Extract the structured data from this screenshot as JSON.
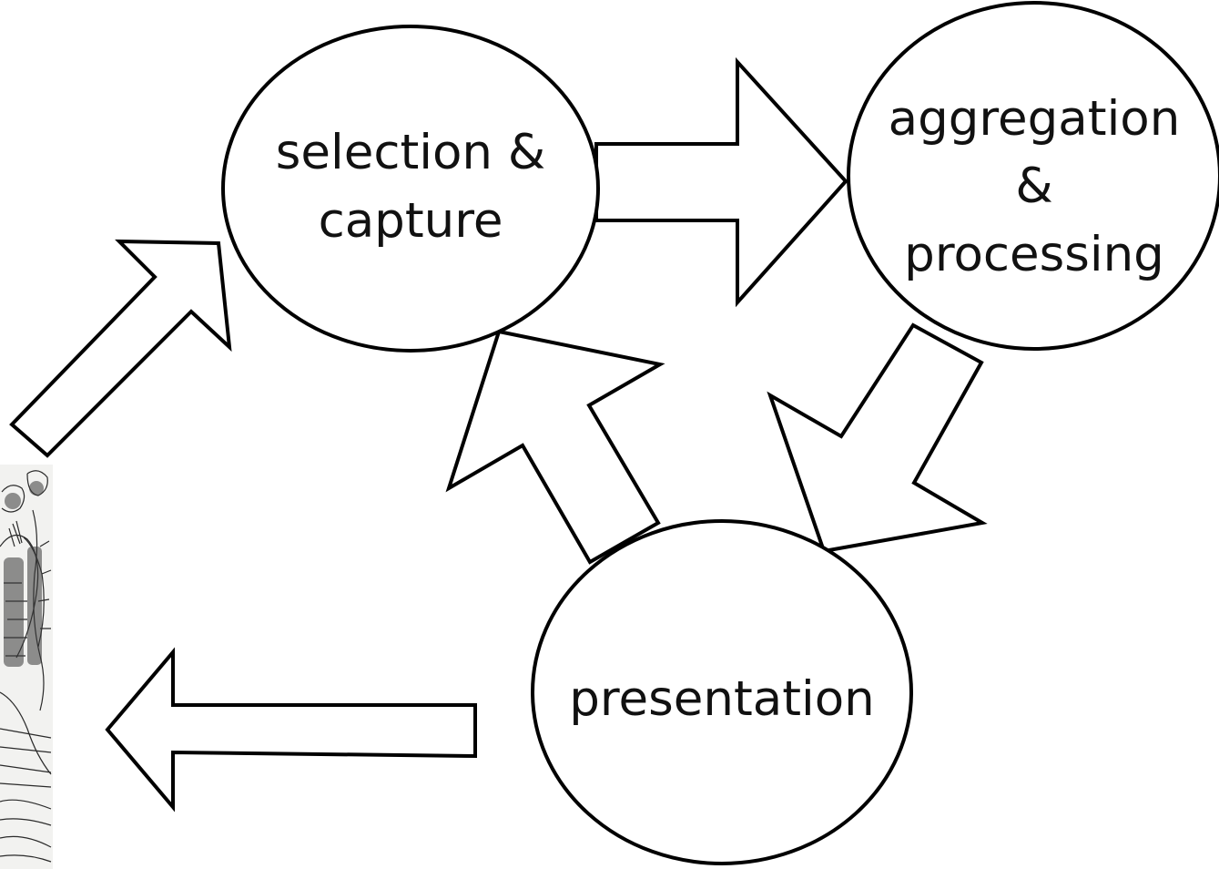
{
  "diagram": {
    "nodes": [
      {
        "id": "selection-capture",
        "lines": [
          "selection &",
          "capture"
        ]
      },
      {
        "id": "aggregation-processing",
        "lines": [
          "aggregation",
          "&",
          "processing"
        ]
      },
      {
        "id": "presentation",
        "lines": [
          "presentation"
        ]
      }
    ],
    "edges": [
      {
        "from": "illustration",
        "to": "selection-capture"
      },
      {
        "from": "selection-capture",
        "to": "aggregation-processing"
      },
      {
        "from": "aggregation-processing",
        "to": "presentation"
      },
      {
        "from": "presentation",
        "to": "selection-capture"
      },
      {
        "from": "presentation",
        "to": "illustration"
      }
    ],
    "illustration": {
      "description_hidden": true
    }
  },
  "colors": {
    "stroke": "#000000",
    "fill": "#ffffff",
    "text": "#111111"
  }
}
